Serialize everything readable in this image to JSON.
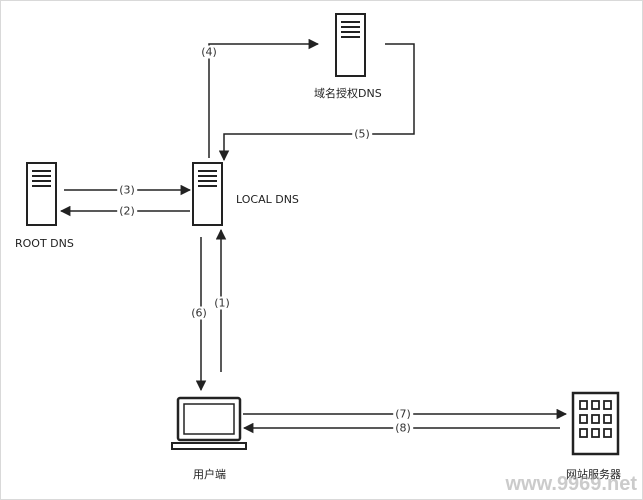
{
  "nodes": {
    "auth_dns": "域名授权DNS",
    "local_dns": "LOCAL DNS",
    "root_dns": "ROOT DNS",
    "client": "用户端",
    "web_server": "网站服务器"
  },
  "edges": {
    "e1": "(1)",
    "e2": "(2)",
    "e3": "(3)",
    "e4": "(4)",
    "e5": "(5)",
    "e6": "(6)",
    "e7": "(7)",
    "e8": "(8)"
  },
  "watermark": "www.9969.net",
  "colors": {
    "stroke": "#222222",
    "background": "#ffffff"
  }
}
